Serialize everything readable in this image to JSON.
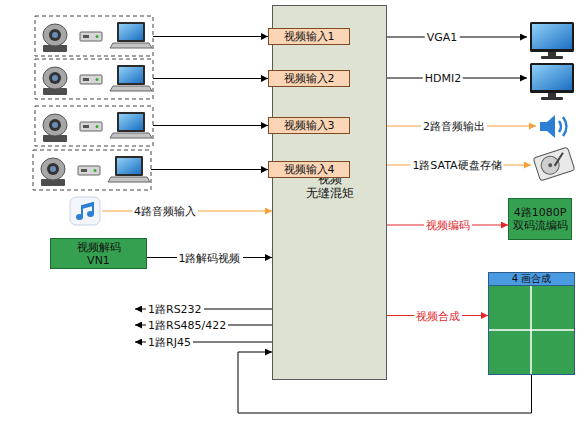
{
  "diagram": {
    "nodes": [
      {
        "text": [
          "视频 无缝混矩"
        ]
      },
      {
        "text": [
          "视频输入1"
        ],
        "in": 0
      },
      {
        "text": [
          "视频输入2"
        ],
        "in": 0
      },
      {
        "text": [
          "视频输入3"
        ],
        "in": 0
      },
      {
        "text": [
          "视频输入4"
        ],
        "in": 0
      },
      {
        "text": [
          "视频解码 VN1"
        ]
      },
      {
        "text": [
          "4路1080P 双码流编码"
        ]
      },
      {
        "text": [
          "4 画合成"
        ]
      }
    ],
    "edges": [
      {
        "from": 5,
        "to": 0,
        "label": "1路解码视频",
        "arrow": "to"
      },
      {
        "from": 0,
        "to": 6,
        "label": "视频编码",
        "arrow": "to"
      },
      {
        "from": 0,
        "to": 7,
        "label": "视频合成",
        "arrow": "to"
      },
      {
        "from": 7,
        "to": 0,
        "arrow": "to"
      }
    ],
    "labels": [
      "VGA1",
      "HDMI2",
      "2路音频输出",
      "1路SATA硬盘存储",
      "4路音频输入",
      "1路RS232",
      "1路RS485/422",
      "1路RJ45"
    ]
  }
}
